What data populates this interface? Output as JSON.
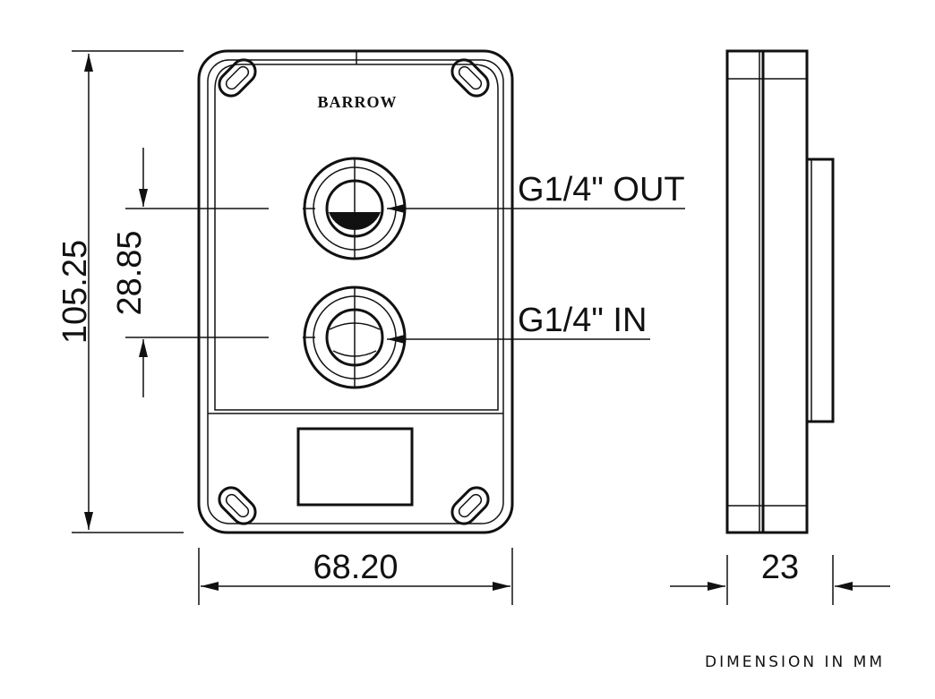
{
  "brand": "BARROW",
  "dimensions": {
    "height_label": "105.25",
    "port_spacing_label": "28.85",
    "width_label": "68.20",
    "depth_label": "23"
  },
  "ports": {
    "outlet_label": "G1/4\" OUT",
    "inlet_label": "G1/4\" IN"
  },
  "note": "DIMENSION IN MM"
}
